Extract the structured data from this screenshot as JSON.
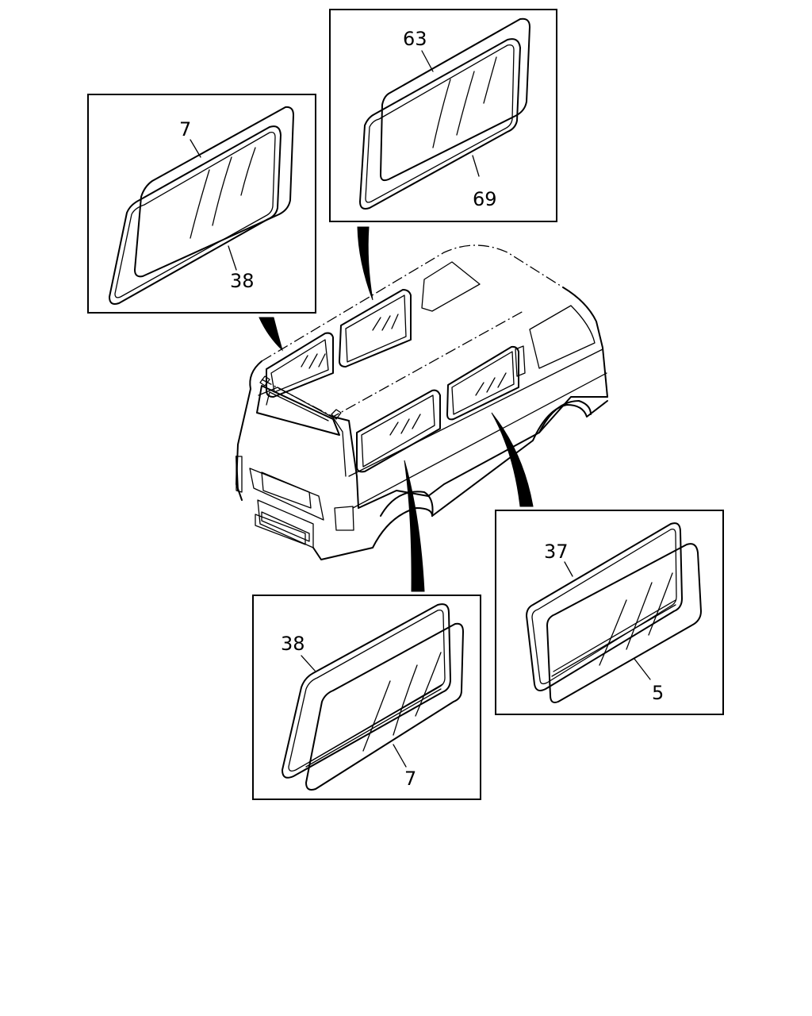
{
  "callouts": {
    "top_left_glass": "7",
    "top_left_seal": "38",
    "top_right_glass": "63",
    "top_right_seal": "69",
    "bottom_center_seal": "38",
    "bottom_center_glass": "7",
    "bottom_right_seal": "37",
    "bottom_right_glass": "5"
  }
}
